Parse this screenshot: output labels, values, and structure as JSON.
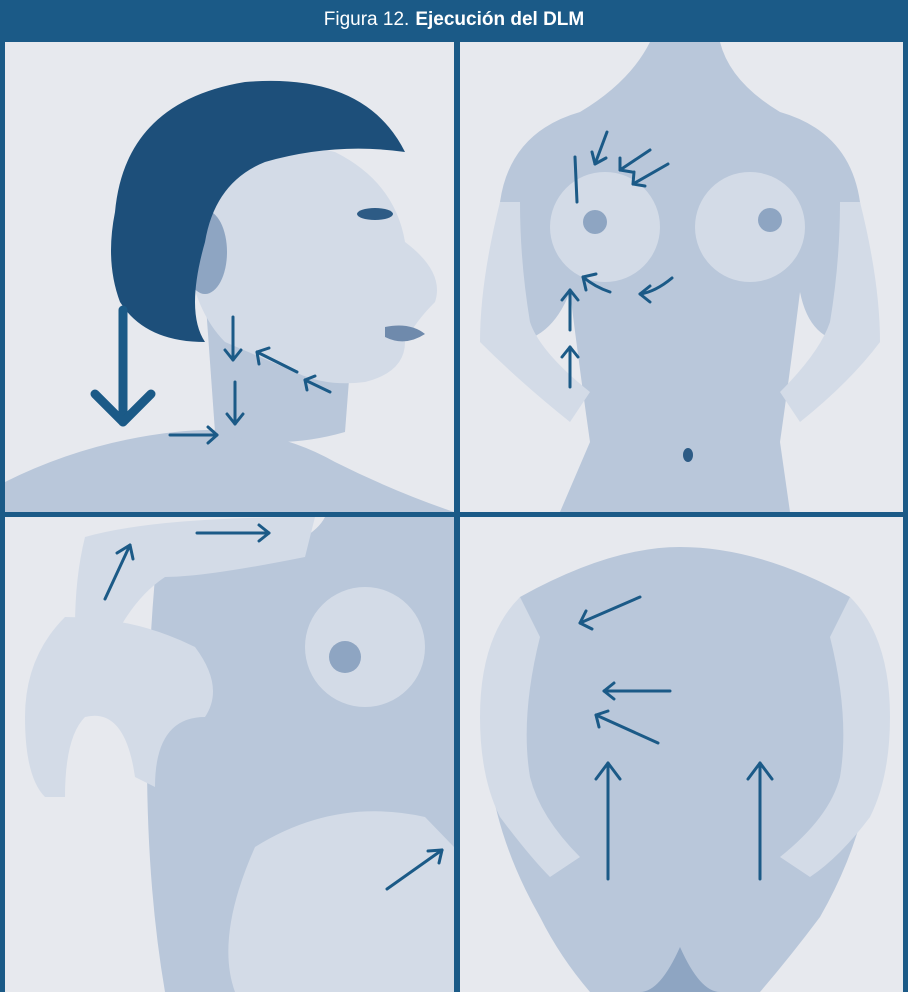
{
  "figure": {
    "label": "Figura 12.",
    "title": "Ejecución del DLM"
  },
  "colors": {
    "frame": "#1b5a87",
    "panel_bg": "#e7e9ee",
    "arrow": "#1b5a87"
  },
  "panels": [
    {
      "view": "head-neck-profile",
      "arrows": 6
    },
    {
      "view": "torso-front",
      "arrows": 8
    },
    {
      "view": "arm-breast-side",
      "arrows": 3
    },
    {
      "view": "back",
      "arrows": 5
    }
  ]
}
